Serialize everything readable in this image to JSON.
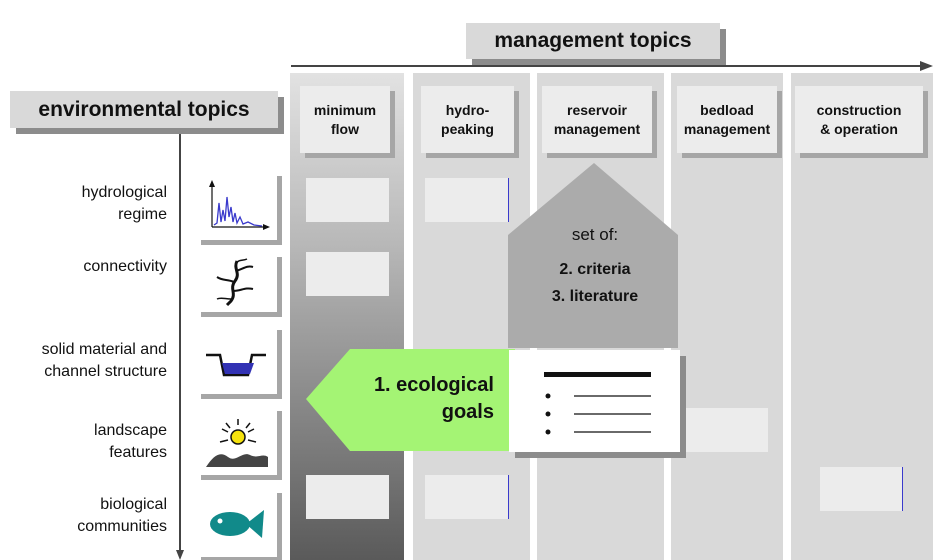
{
  "management_title": "management topics",
  "environmental_title": "environmental topics",
  "columns": [
    {
      "line1": "minimum",
      "line2": "flow"
    },
    {
      "line1": "hydro-",
      "line2": "peaking"
    },
    {
      "line1": "reservoir",
      "line2": "management"
    },
    {
      "line1": "bedload",
      "line2": "management"
    },
    {
      "line1": "construction",
      "line2": "& operation"
    }
  ],
  "rows": [
    {
      "line1": "hydrological",
      "line2": "regime",
      "icon": "hydrograph-icon"
    },
    {
      "line1": "connectivity",
      "line2": "",
      "icon": "river-network-icon"
    },
    {
      "line1": "solid material and",
      "line2": "channel structure",
      "icon": "channel-cross-section-icon"
    },
    {
      "line1": "landscape",
      "line2": "features",
      "icon": "sun-landscape-icon"
    },
    {
      "line1": "biological",
      "line2": "communities",
      "icon": "fish-icon"
    }
  ],
  "setof": {
    "title": "set of:",
    "item2": "2. criteria",
    "item3": "3. literature"
  },
  "goals": {
    "line1": "1. ecological",
    "line2": "goals"
  },
  "colors": {
    "green": "#a4f474",
    "gray_arrow": "#ababab",
    "column": "#d9d9d9",
    "dark_column": "#707070"
  }
}
